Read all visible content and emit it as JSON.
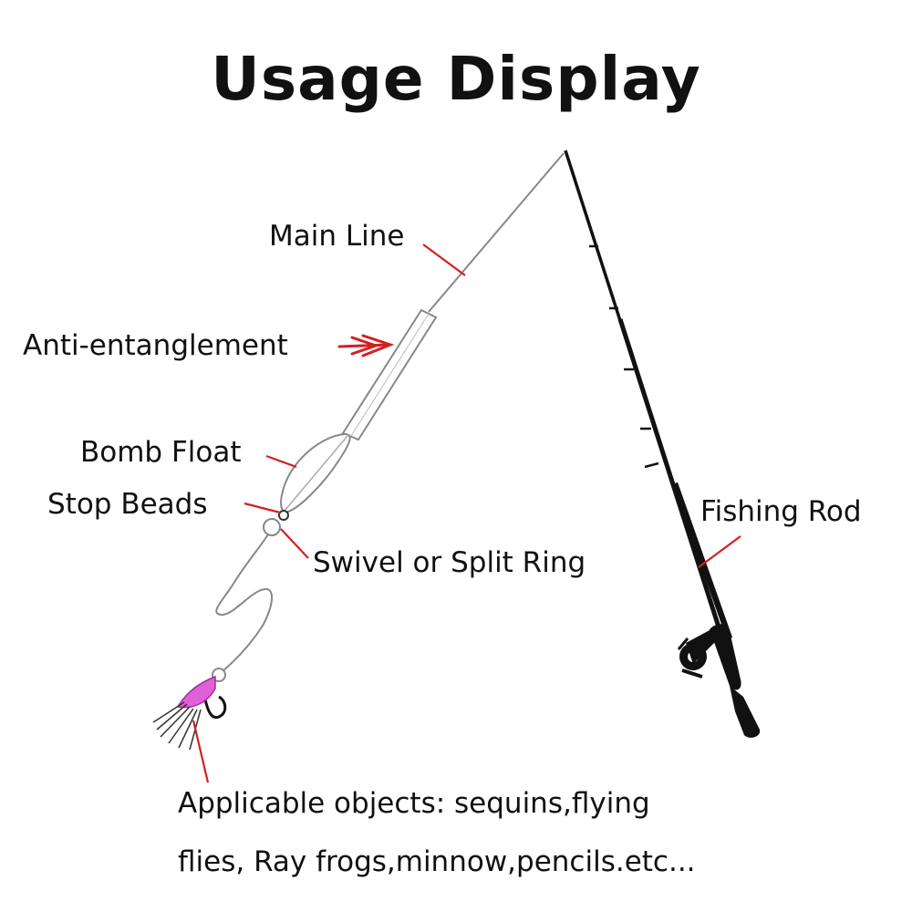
{
  "title": "Usage Display",
  "labels": {
    "main_line": "Main Line",
    "anti_entanglement": "Anti-entanglement",
    "bomb_float": "Bomb Float",
    "stop_beads": "Stop Beads",
    "swivel": "Swivel or Split Ring",
    "fishing_rod": "Fishing Rod"
  },
  "caption": {
    "line1": "Applicable objects: sequins,flying",
    "line2": "flies, Ray frogs,minnow,pencils.etc..."
  },
  "colors": {
    "leader": "#d42020",
    "line": "#888888",
    "rod": "#111111",
    "lure": "#e060d8"
  }
}
